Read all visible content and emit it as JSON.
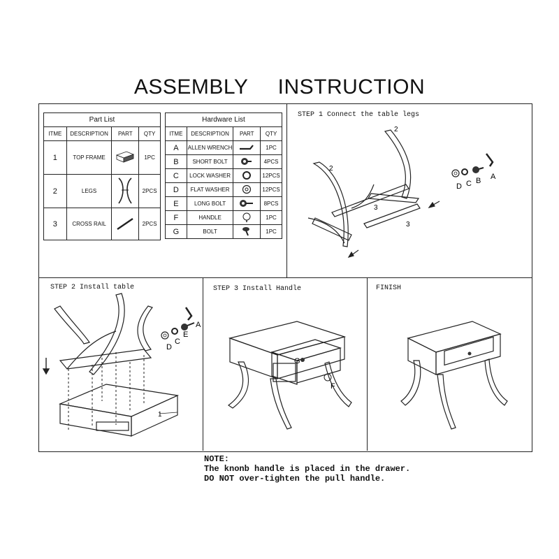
{
  "title": "ASSEMBLY   INSTRUCTION",
  "part_list": {
    "caption": "Part List",
    "headers": [
      "ITME",
      "DESCRIPTION",
      "PART",
      "QTY"
    ],
    "rows": [
      {
        "item": "1",
        "description": "TOP FRAME",
        "qty": "1PC"
      },
      {
        "item": "2",
        "description": "LEGS",
        "qty": "2PCS"
      },
      {
        "item": "3",
        "description": "CROSS RAIL",
        "qty": "2PCS"
      }
    ]
  },
  "hardware_list": {
    "caption": "Hardware List",
    "headers": [
      "ITME",
      "DESCRIPTION",
      "PART",
      "QTY"
    ],
    "rows": [
      {
        "item": "A",
        "description": "ALLEN WRENCH",
        "qty": "1PC",
        "icon": "allen-wrench-icon"
      },
      {
        "item": "B",
        "description": "SHORT BOLT",
        "qty": "4PCS",
        "icon": "short-bolt-icon"
      },
      {
        "item": "C",
        "description": "LOCK WASHER",
        "qty": "12PCS",
        "icon": "lock-washer-icon"
      },
      {
        "item": "D",
        "description": "FLAT WASHER",
        "qty": "12PCS",
        "icon": "flat-washer-icon"
      },
      {
        "item": "E",
        "description": "LONG BOLT",
        "qty": "8PCS",
        "icon": "long-bolt-icon"
      },
      {
        "item": "F",
        "description": "HANDLE",
        "qty": "1PC",
        "icon": "handle-icon"
      },
      {
        "item": "G",
        "description": "BOLT",
        "qty": "1PC",
        "icon": "bolt-icon"
      }
    ]
  },
  "steps": {
    "step1": {
      "label": "STEP 1  Connect the table legs",
      "callouts": {
        "leg_left": "2",
        "leg_right": "2",
        "rail_a": "3",
        "rail_b": "3",
        "d": "D",
        "c": "C",
        "b": "B",
        "a": "A"
      }
    },
    "step2": {
      "label": "STEP 2  Install table",
      "callouts": {
        "top": "1",
        "d": "D",
        "c": "C",
        "e": "E",
        "a": "A"
      }
    },
    "step3": {
      "label": "STEP 3  Install Handle",
      "callouts": {
        "g": "G",
        "f": "F"
      }
    },
    "finish": {
      "label": "FINISH"
    }
  },
  "note": {
    "heading": "NOTE:",
    "lines": [
      "The knonb handle is placed in the drawer.",
      "DO NOT over-tighten the pull handle."
    ]
  }
}
